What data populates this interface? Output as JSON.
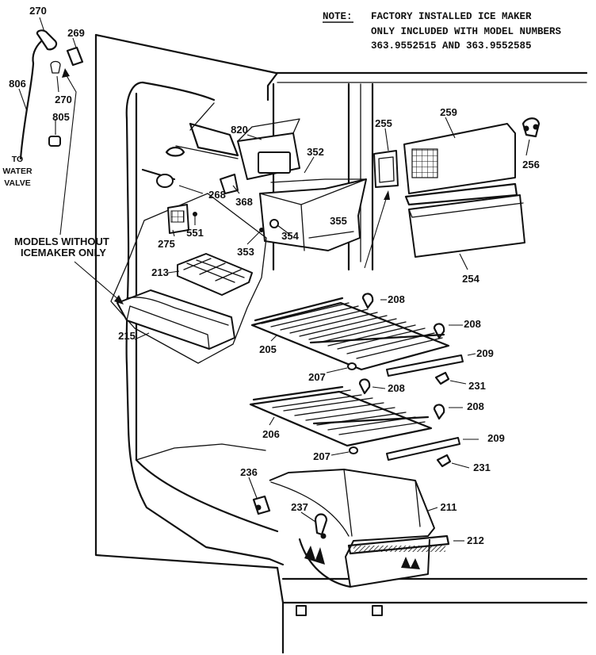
{
  "note": {
    "prefix": "NOTE:",
    "line1": "FACTORY INSTALLED ICE MAKER",
    "line2": "ONLY INCLUDED WITH MODEL NUMBERS",
    "line3": "363.9552515 AND 363.9552585"
  },
  "water_line": {
    "label_line1": "TO",
    "label_line2": "WATER",
    "label_line3": "VALVE"
  },
  "group_label": {
    "line1": "MODELS WITHOUT",
    "line2": "ICEMAKER ONLY"
  },
  "parts": {
    "p270a": "270",
    "p269": "269",
    "p806": "806",
    "p270b": "270",
    "p805": "805",
    "p820": "820",
    "p352": "352",
    "p255": "255",
    "p259": "259",
    "p256": "256",
    "p268": "268",
    "p368": "368",
    "p355": "355",
    "p354": "354",
    "p353": "353",
    "p275": "275",
    "p551": "551",
    "p213": "213",
    "p215": "215",
    "p254": "254",
    "p208a": "208",
    "p208b": "208",
    "p205": "205",
    "p209a": "209",
    "p207a": "207",
    "p208c": "208",
    "p231a": "231",
    "p208d": "208",
    "p206": "206",
    "p209b": "209",
    "p207b": "207",
    "p231b": "231",
    "p236": "236",
    "p237": "237",
    "p211": "211",
    "p212": "212"
  }
}
